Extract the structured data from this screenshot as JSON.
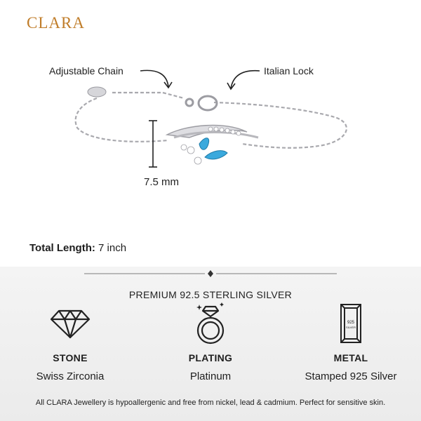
{
  "brand": {
    "name": "CLARA",
    "color": "#c07d2a"
  },
  "callouts": {
    "chain_label": "Adjustable Chain",
    "lock_label": "Italian Lock",
    "height_label": "7.5 mm"
  },
  "product": {
    "image_description": "silver bracelet with blue marquise stones and zirconia",
    "stone_color": "#3aa9dd",
    "metal_color": "#c9c9cc"
  },
  "specs": {
    "total_length_label": "Total Length:",
    "total_length_value": "7 inch"
  },
  "features": {
    "heading": "PREMIUM 92.5 STERLING SILVER",
    "items": [
      {
        "icon": "diamond-icon",
        "name": "STONE",
        "value": "Swiss Zirconia"
      },
      {
        "icon": "ring-icon",
        "name": "PLATING",
        "value": "Platinum"
      },
      {
        "icon": "stamped-bar-icon",
        "name": "METAL",
        "value": "Stamped 925 Silver",
        "stamp_top": "925",
        "stamp_bottom": "SILVER"
      }
    ]
  },
  "footnote": "All CLARA Jewellery is hypoallergenic and free from nickel, lead & cadmium. Perfect for sensitive skin."
}
